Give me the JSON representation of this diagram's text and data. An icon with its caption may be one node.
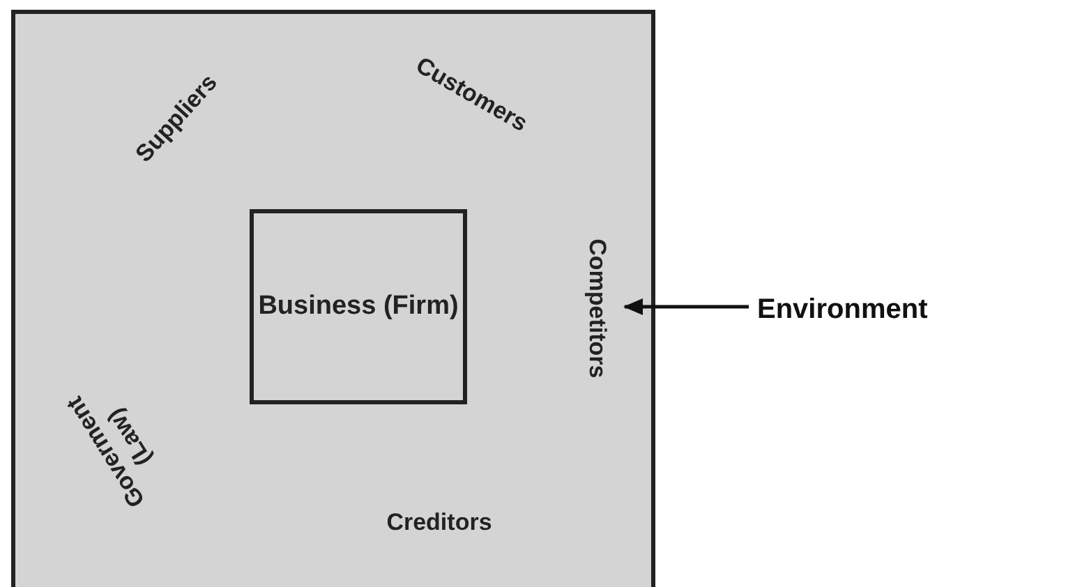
{
  "diagram": {
    "nodes": [
      {
        "text": [
          "Suppliers",
          "Customers",
          "Competitors",
          "Creditors",
          "Goverment (Law)"
        ]
      },
      {
        "text": [
          "Business (Firm)"
        ],
        "in": 0
      },
      {
        "text": [
          "Environment"
        ]
      }
    ],
    "edges": [
      {
        "from": 2,
        "to": 0,
        "arrow": "to"
      }
    ]
  }
}
